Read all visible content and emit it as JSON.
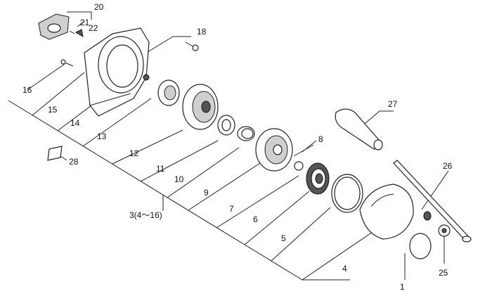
{
  "callouts": {
    "c1": "1",
    "c3": "3(4～16)",
    "c4": "4",
    "c5": "5",
    "c6": "6",
    "c7": "7",
    "c8": "8",
    "c9": "9",
    "c10": "10",
    "c11": "11",
    "c12": "12",
    "c13": "13",
    "c14": "14",
    "c15": "15",
    "c16": "16",
    "c18": "18",
    "c20": "20",
    "c21": "21",
    "c22": "22",
    "c25": "25",
    "c26": "26",
    "c27": "27",
    "c28": "28"
  }
}
